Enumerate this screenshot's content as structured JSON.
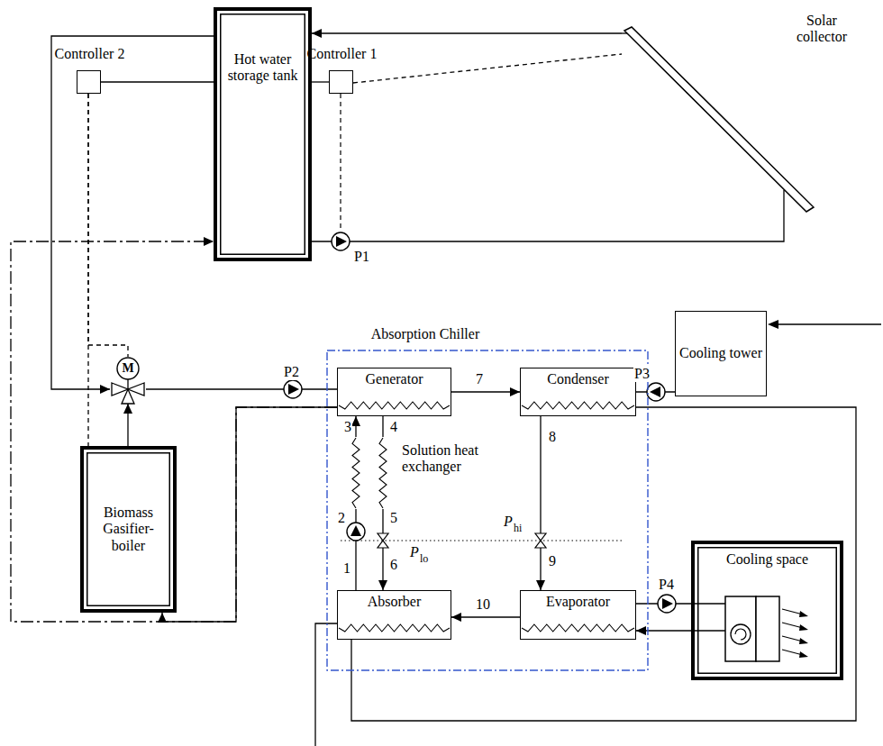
{
  "diagram": {
    "nodes": [
      {
        "text": [
          "Solar collector"
        ]
      },
      {
        "text": [
          "Hot water storage tank"
        ]
      },
      {
        "text": [
          "Controller 1"
        ]
      },
      {
        "text": [
          "Controller 2"
        ]
      },
      {
        "text": [
          "Biomass Gasifier-boiler"
        ]
      },
      {
        "text": [
          "Absorption Chiller"
        ]
      },
      {
        "text": [
          "Generator"
        ],
        "in": 5
      },
      {
        "text": [
          "Condenser"
        ],
        "in": 5
      },
      {
        "text": [
          "Solution heat exchanger"
        ],
        "in": 5
      },
      {
        "text": [
          "Absorber"
        ],
        "in": 5
      },
      {
        "text": [
          "Evaporator"
        ],
        "in": 5
      },
      {
        "text": [
          "Cooling tower"
        ]
      },
      {
        "text": [
          "Cooling space"
        ]
      },
      {
        "text": [
          "M"
        ]
      }
    ],
    "edges": [
      {
        "from": 0,
        "to": 1,
        "arrow": "to"
      },
      {
        "from": 1,
        "to": 0,
        "arrow": "none"
      },
      {
        "from": 1,
        "to": 2,
        "arrow": "none"
      },
      {
        "from": 2,
        "to": 0,
        "arrow": "none"
      },
      {
        "from": 3,
        "to": 1,
        "arrow": "none"
      },
      {
        "from": 3,
        "to": 13,
        "arrow": "none"
      },
      {
        "from": 3,
        "to": 4,
        "arrow": "none"
      },
      {
        "from": 1,
        "to": 13,
        "arrow": "to"
      },
      {
        "from": 4,
        "to": 13,
        "arrow": "to"
      },
      {
        "from": 13,
        "to": 6,
        "arrow": "none"
      },
      {
        "from": 6,
        "to": 4,
        "arrow": "to"
      },
      {
        "from": 6,
        "to": 1,
        "arrow": "to"
      },
      {
        "from": 6,
        "to": 7,
        "arrow": "to"
      },
      {
        "from": 7,
        "to": 10,
        "arrow": "to"
      },
      {
        "from": 10,
        "to": 9,
        "arrow": "to"
      },
      {
        "from": 9,
        "to": 8,
        "arrow": "none"
      },
      {
        "from": 8,
        "to": 6,
        "arrow": "to"
      },
      {
        "from": 6,
        "to": 8,
        "arrow": "none"
      },
      {
        "from": 8,
        "to": 9,
        "arrow": "to"
      },
      {
        "from": 11,
        "to": 7,
        "arrow": "none"
      },
      {
        "from": 7,
        "to": 9,
        "arrow": "none"
      },
      {
        "from": 10,
        "to": 12,
        "arrow": "none"
      },
      {
        "from": 12,
        "to": 10,
        "arrow": "to"
      }
    ],
    "labels": [
      "P1",
      "P2",
      "P3",
      "P4",
      "1",
      "2",
      "3",
      "4",
      "5",
      "6",
      "7",
      "8",
      "9",
      "10",
      "P",
      "hi",
      "P",
      "lo"
    ]
  }
}
